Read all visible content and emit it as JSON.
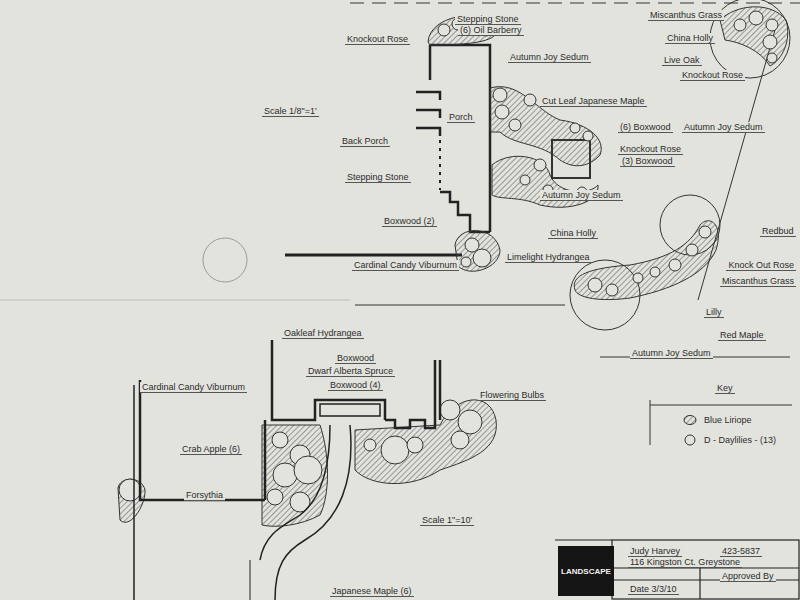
{
  "diagram": {
    "nodes": [
      {
        "text": [
          "LANDSCAPE"
        ]
      }
    ],
    "labels": [
      "Stepping Stone",
      "(6) Oil Barberry",
      "Knockout Rose",
      "Scale 1/8\"=1'",
      "Autumn Joy Sedum",
      "Cut Leaf Japanese Maple",
      "Porch",
      "Back Porch",
      "(6) Boxwood",
      "Autumn Joy Sedum",
      "Knockout Rose",
      "(3) Boxwood",
      "Stepping Stone",
      "Autumn Joy Sedum",
      "Boxwood (2)",
      "China Holly",
      "Cardinal Candy Viburnum",
      "Limelight Hydrangea",
      "Miscanthus Grass",
      "China Holly",
      "Live Oak",
      "Knockout Rose",
      "Redbud",
      "Knock Out Rose",
      "Miscanthus Grass",
      "Lilly",
      "Red Maple",
      "Autumn Joy Sedum",
      "Oakleaf Hydrangea",
      "Boxwood",
      "Dwarf Alberta Spruce",
      "Boxwood (4)",
      "Cardinal Candy Viburnum",
      "Flowering Bulbs",
      "Crab Apple (6)",
      "Forsythia",
      "Scale 1\"=10'",
      "Japanese Maple (6)",
      "Key",
      "Judy Harvey",
      "423-5837",
      "116 Kingston Ct. Greystone",
      "Approved By",
      "Date 3/3/10"
    ],
    "legend": [
      {
        "text": "Blue Liriope"
      },
      {
        "text": "D - Daylilies - (13)"
      }
    ]
  }
}
